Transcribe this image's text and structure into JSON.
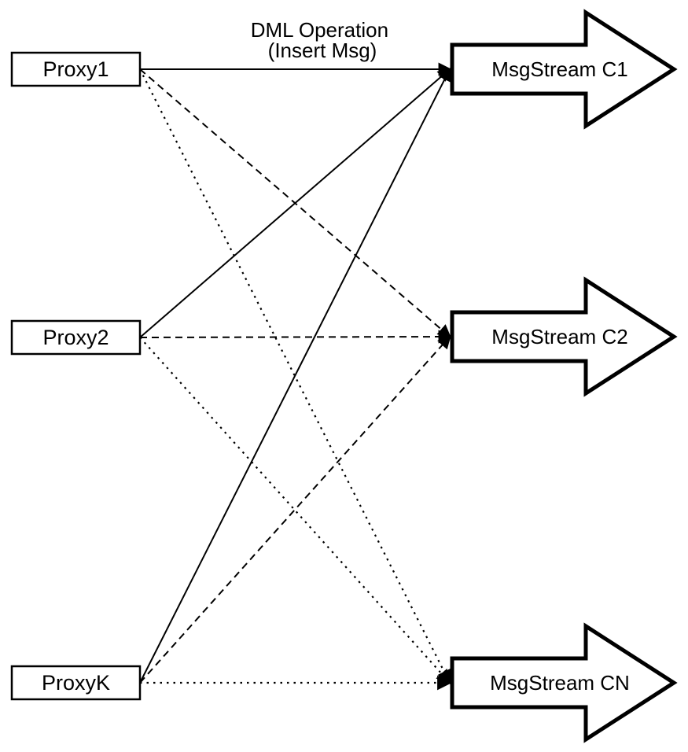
{
  "title": {
    "line1": "DML Operation",
    "line2": "(Insert Msg)"
  },
  "proxies": [
    {
      "id": "proxy1",
      "label": "Proxy1"
    },
    {
      "id": "proxy2",
      "label": "Proxy2"
    },
    {
      "id": "proxyk",
      "label": "ProxyK"
    }
  ],
  "streams": [
    {
      "id": "c1",
      "label": "MsgStream C1"
    },
    {
      "id": "c2",
      "label": "MsgStream C2"
    },
    {
      "id": "cn",
      "label": "MsgStream CN"
    }
  ],
  "edges": [
    {
      "from": "proxy1",
      "to": "c1",
      "style": "solid"
    },
    {
      "from": "proxy1",
      "to": "c2",
      "style": "dashed"
    },
    {
      "from": "proxy1",
      "to": "cn",
      "style": "dotted"
    },
    {
      "from": "proxy2",
      "to": "c1",
      "style": "solid"
    },
    {
      "from": "proxy2",
      "to": "c2",
      "style": "dashed"
    },
    {
      "from": "proxy2",
      "to": "cn",
      "style": "dotted"
    },
    {
      "from": "proxyk",
      "to": "c1",
      "style": "solid"
    },
    {
      "from": "proxyk",
      "to": "c2",
      "style": "dashed"
    },
    {
      "from": "proxyk",
      "to": "cn",
      "style": "dotted"
    }
  ],
  "colors": {
    "foreground": "#000000",
    "background": "#ffffff"
  }
}
